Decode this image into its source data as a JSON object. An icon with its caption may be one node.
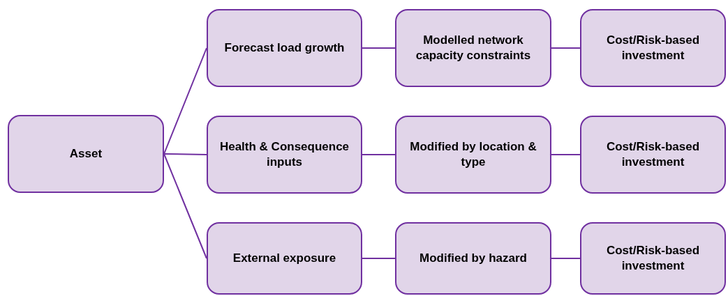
{
  "diagram": {
    "nodes": [
      {
        "text": [
          "Asset"
        ]
      },
      {
        "text": [
          "Forecast load growth"
        ]
      },
      {
        "text": [
          "Modelled network capacity constraints"
        ]
      },
      {
        "text": [
          "Cost/Risk-based investment"
        ]
      },
      {
        "text": [
          "Health & Consequence inputs"
        ]
      },
      {
        "text": [
          "Modified by location & type"
        ]
      },
      {
        "text": [
          "Cost/Risk-based investment"
        ]
      },
      {
        "text": [
          "External exposure"
        ]
      },
      {
        "text": [
          "Modified by hazard"
        ]
      },
      {
        "text": [
          "Cost/Risk-based investment"
        ]
      }
    ],
    "edges": [
      {
        "from": 0,
        "to": 1,
        "arrow": "none"
      },
      {
        "from": 0,
        "to": 4,
        "arrow": "none"
      },
      {
        "from": 0,
        "to": 7,
        "arrow": "none"
      },
      {
        "from": 1,
        "to": 2,
        "arrow": "none"
      },
      {
        "from": 2,
        "to": 3,
        "arrow": "none"
      },
      {
        "from": 4,
        "to": 5,
        "arrow": "none"
      },
      {
        "from": 5,
        "to": 6,
        "arrow": "none"
      },
      {
        "from": 7,
        "to": 8,
        "arrow": "none"
      },
      {
        "from": 8,
        "to": 9,
        "arrow": "none"
      }
    ]
  }
}
